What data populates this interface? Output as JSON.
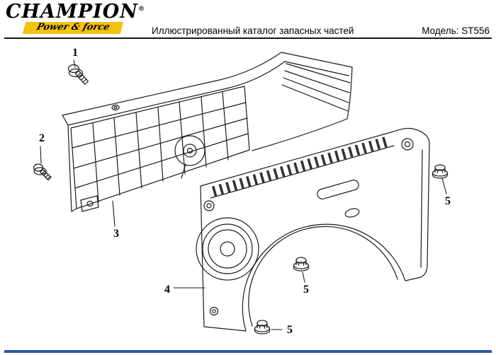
{
  "header": {
    "brand": "CHAMPION",
    "registered": "®",
    "slogan": "Power & force",
    "title": "Иллюстрированный каталог запасных частей",
    "model": "Модель: ST556"
  },
  "diagram": {
    "callouts": [
      {
        "num": "1"
      },
      {
        "num": "2"
      },
      {
        "num": "3"
      },
      {
        "num": "4"
      },
      {
        "num": "5"
      },
      {
        "num": "5"
      },
      {
        "num": "5"
      }
    ]
  },
  "colors": {
    "footer_blue": "#2b57a5",
    "banner_yellow": "#f2c30e"
  }
}
